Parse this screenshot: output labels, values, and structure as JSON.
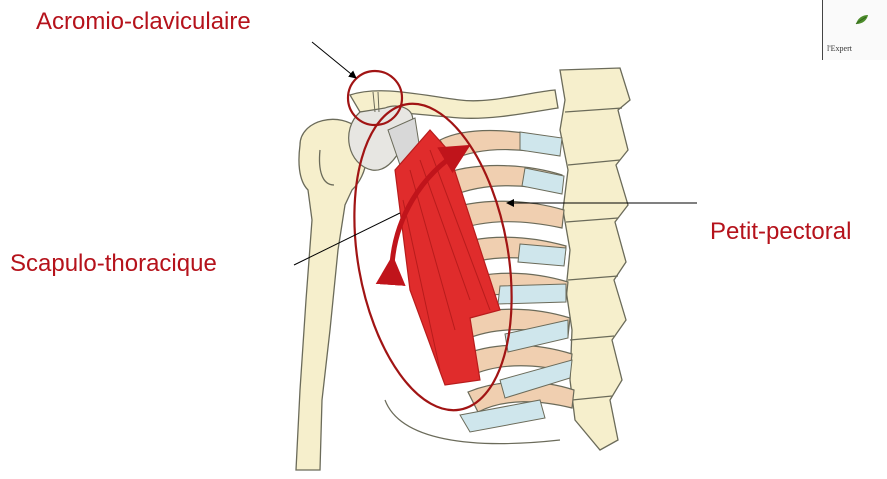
{
  "labels": {
    "acromio": "Acromio-claviculaire",
    "petit_pectoral": "Petit-pectoral",
    "scapulo": "Scapulo-thoracique"
  },
  "logo": {
    "sub": "L'Expert",
    "text": "l'Expert"
  },
  "colors": {
    "label": "#b5121b",
    "ellipse": "#a11414",
    "muscle": "#e02c2c",
    "muscle_dark": "#b81c1c",
    "bone": "#f6efcc",
    "bone_outline": "#6b6b5a",
    "rib_tan": "#f0cfb0",
    "cartilage_blue": "#cfe6ec",
    "arrow": "#c0141b",
    "logo_leaf": "#4c8c2b"
  },
  "icons": {
    "logo": "leaf-logo-icon"
  }
}
